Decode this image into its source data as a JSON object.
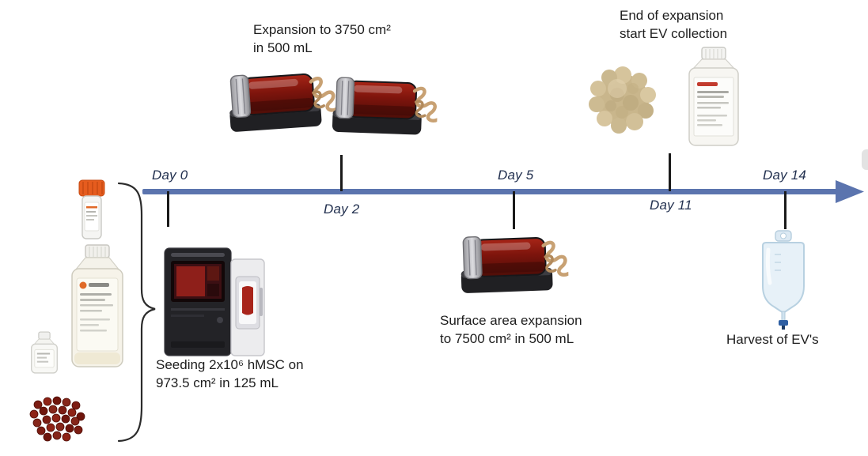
{
  "diagram": {
    "type": "process-timeline",
    "colors": {
      "background": "#ffffff",
      "timeline": "#5b74ae",
      "tick": "#1a1a1a",
      "day_label": "#22304f",
      "text": "#1d1d1d"
    },
    "timeline": {
      "days": [
        {
          "id": "day-0",
          "label": "Day 0",
          "label_side": "above"
        },
        {
          "id": "day-2",
          "label": "Day 2",
          "label_side": "below"
        },
        {
          "id": "day-5",
          "label": "Day 5",
          "label_side": "above"
        },
        {
          "id": "day-11",
          "label": "Day 11",
          "label_side": "below"
        },
        {
          "id": "day-14",
          "label": "Day 14",
          "label_side": "above"
        }
      ]
    },
    "annotations": {
      "expansion": {
        "line1": "Expansion to 3750 cm²",
        "line2": "in 500 mL",
        "anchor": "day-2"
      },
      "end_expansion": {
        "line1": "End of expansion",
        "line2": "start EV collection",
        "anchor": "day-11"
      },
      "seeding": {
        "line1": "Seeding 2x10⁶ hMSC on",
        "line2": "973.5 cm² in 125 mL",
        "anchor": "day-0"
      },
      "surface_expansion": {
        "line1": "Surface area expansion",
        "line2": "to 7500 cm² in 500 mL",
        "anchor": "day-5"
      },
      "harvest": {
        "line1": "Harvest of EV's",
        "anchor": "day-14"
      }
    },
    "illustrations": {
      "left_inputs": [
        "cryovial-icon",
        "media-bottle-large-icon",
        "reagent-bottle-small-icon",
        "cell-cluster-icon",
        "grouping-bracket"
      ],
      "day_0": [
        "cell-expansion-system-icon"
      ],
      "day_2": [
        "bioreactor-icon",
        "bioreactor-icon"
      ],
      "day_5": [
        "bioreactor-icon"
      ],
      "day_11": [
        "cell-spheroid-icon",
        "media-bottle-icon"
      ],
      "day_14": [
        "ev-collection-bag-icon"
      ]
    }
  }
}
